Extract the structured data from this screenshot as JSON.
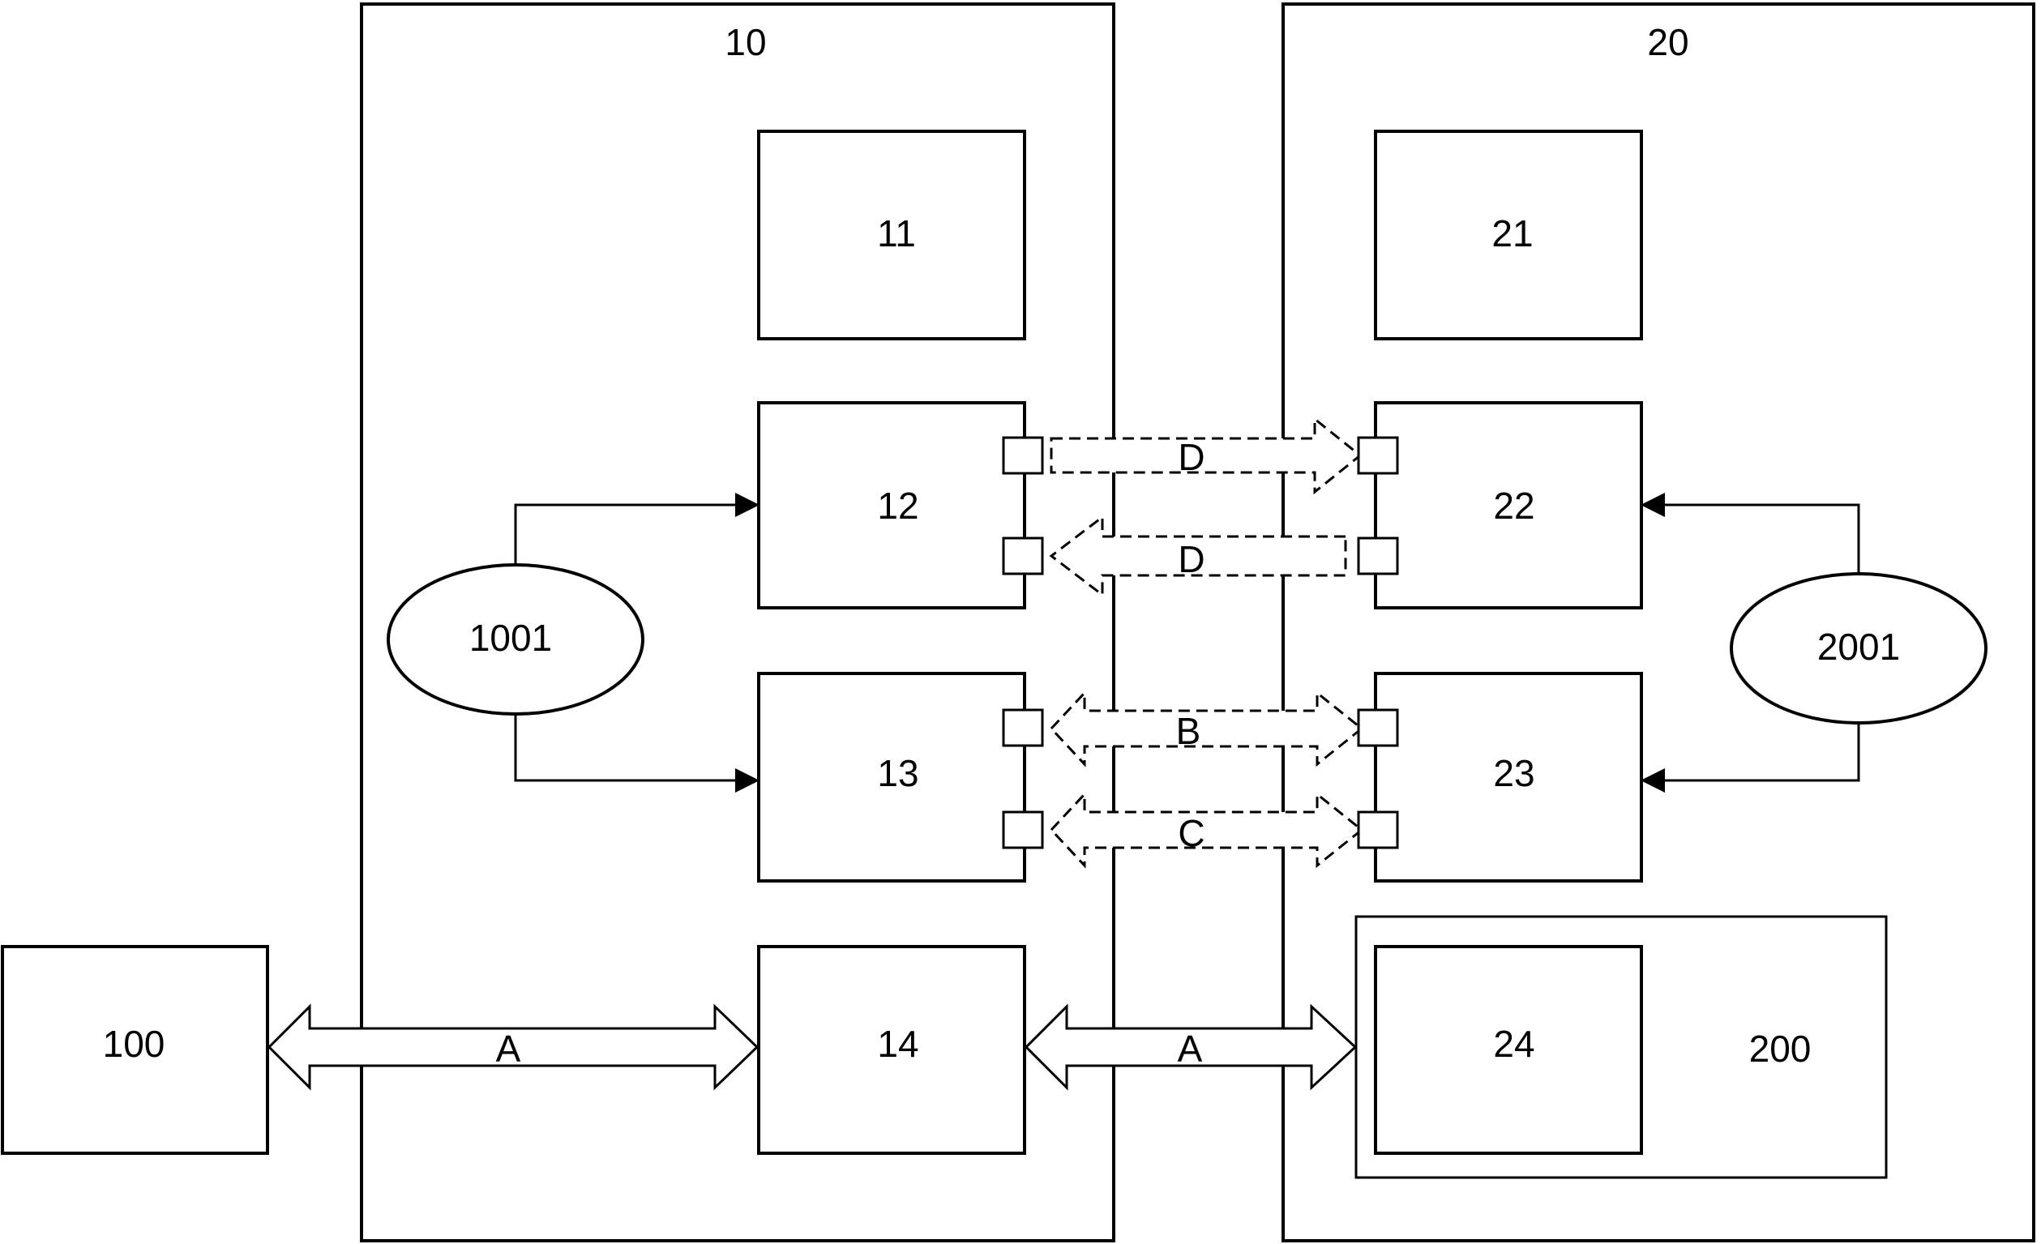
{
  "nodes": {
    "n10": "10",
    "n20": "20",
    "n11": "11",
    "n12": "12",
    "n13": "13",
    "n14": "14",
    "n21": "21",
    "n22": "22",
    "n23": "23",
    "n24": "24",
    "n100": "100",
    "n200": "200",
    "n1001": "1001",
    "n2001": "2001"
  },
  "links": {
    "d_top": "D",
    "d_bottom": "D",
    "b": "B",
    "c": "C",
    "a_left": "A",
    "a_right": "A"
  }
}
